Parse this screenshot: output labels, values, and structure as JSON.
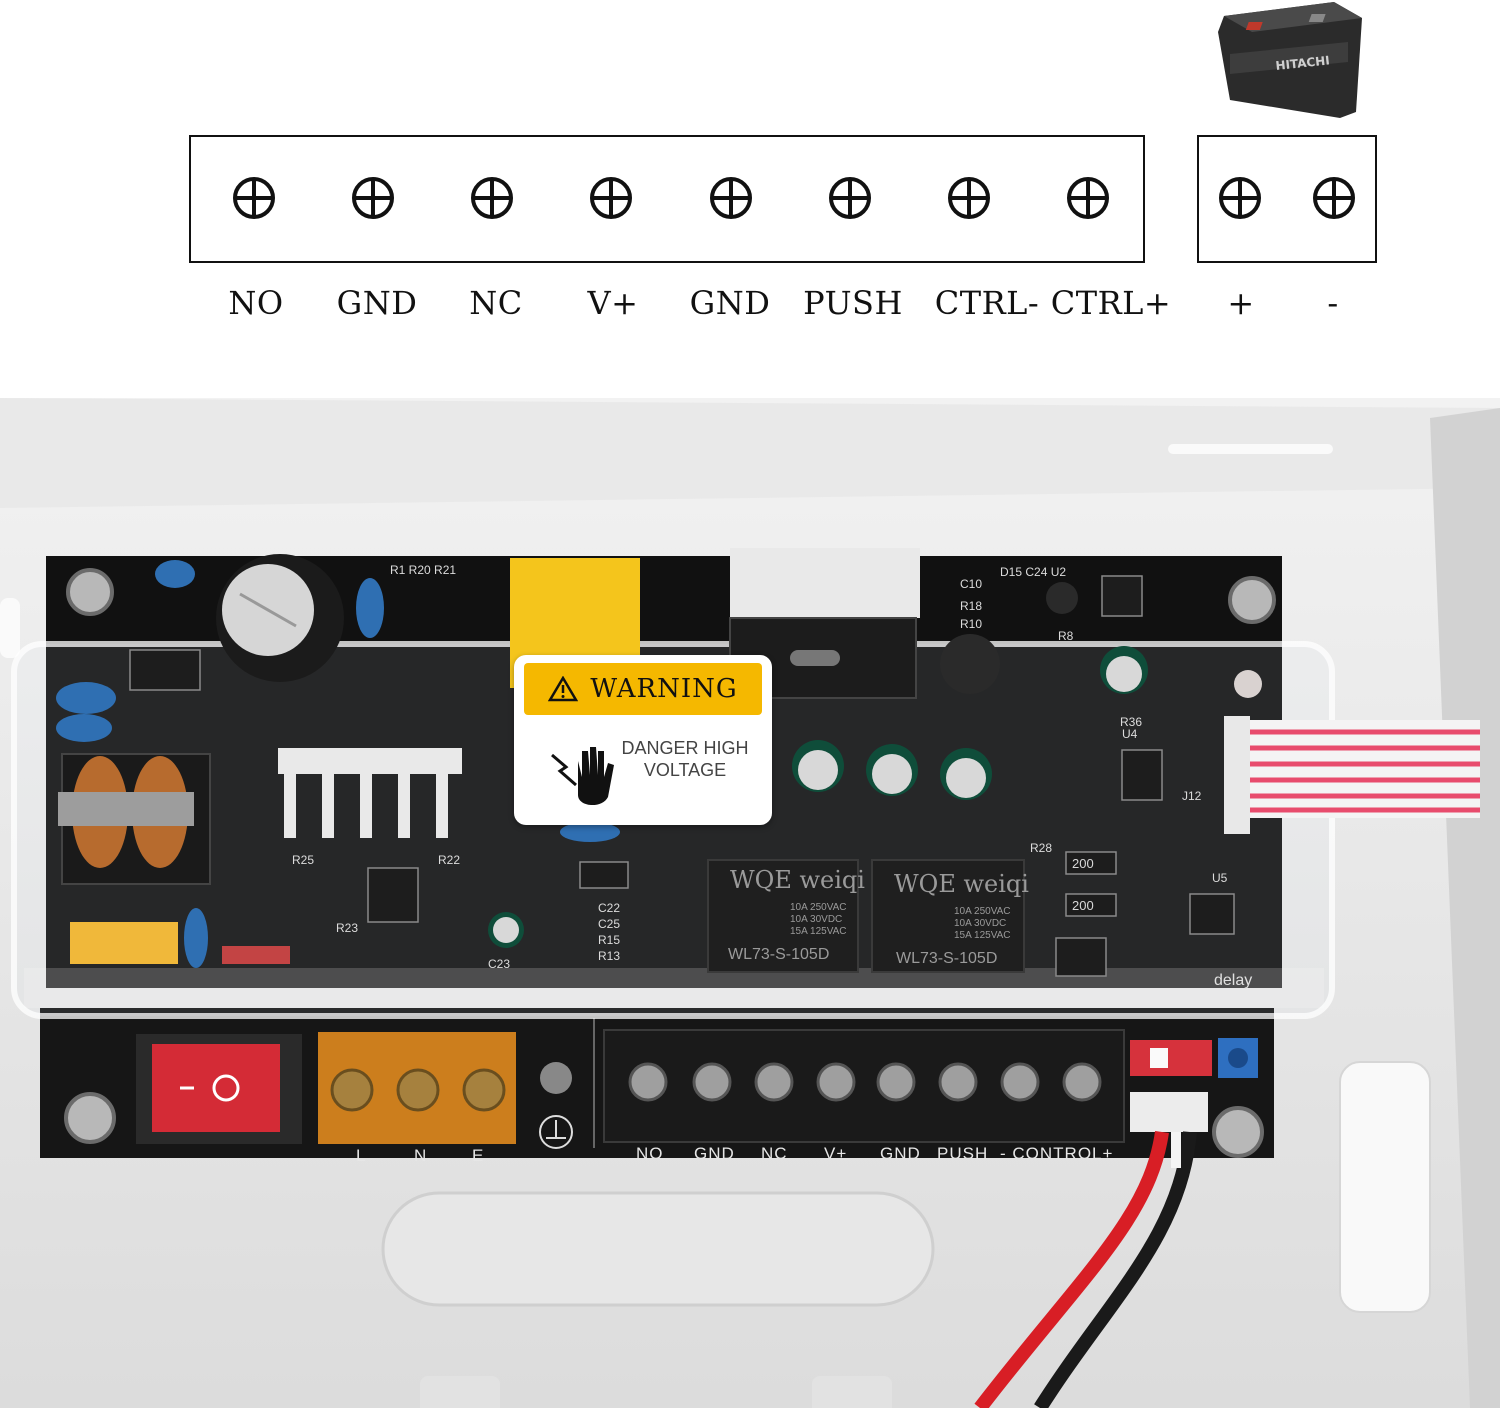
{
  "diagram": {
    "battery_brand": "HITACHI",
    "main_terminals": [
      "NO",
      "GND",
      "NC",
      "V+",
      "GND",
      "PUSH",
      "CTRL-",
      "CTRL+"
    ],
    "battery_terminals": [
      "+",
      "-"
    ]
  },
  "photo": {
    "warning_title": "WARNING",
    "warning_line1": "DANGER HIGH",
    "warning_line2": "VOLTAGE",
    "relay_brand": "WQE weiqi",
    "relay_model": "WL73-S-105D",
    "relay_spec_1": "10A 250VAC",
    "relay_spec_2": "10A 30VDC",
    "relay_spec_3": "15A 125VAC",
    "resistor_value": "200",
    "power_input_labels": [
      "L",
      "N",
      "E"
    ],
    "output_labels": [
      "NO",
      "GND",
      "NC",
      "V+",
      "GND",
      "PUSH",
      "- CONTROL+"
    ],
    "delay_label": "delay"
  }
}
